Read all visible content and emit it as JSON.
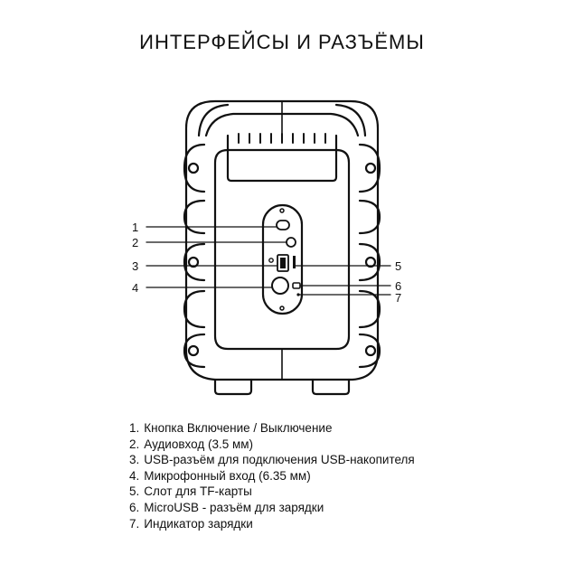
{
  "title": "ИНТЕРФЕЙСЫ И РАЗЪЁМЫ",
  "callouts": [
    "1",
    "2",
    "3",
    "4",
    "5",
    "6",
    "7"
  ],
  "legend": [
    {
      "num": "1.",
      "text": "Кнопка Включение / Выключение"
    },
    {
      "num": "2.",
      "text": "Аудиовход (3.5 мм)"
    },
    {
      "num": "3.",
      "text": "USB-разъём для подключения USB-накопителя"
    },
    {
      "num": "4.",
      "text": "Микрофонный вход (6.35 мм)"
    },
    {
      "num": "5.",
      "text": "Слот для TF-карты"
    },
    {
      "num": "6.",
      "text": "MicroUSB - разъём для зарядки"
    },
    {
      "num": "7.",
      "text": "Индикатор зарядки"
    }
  ]
}
